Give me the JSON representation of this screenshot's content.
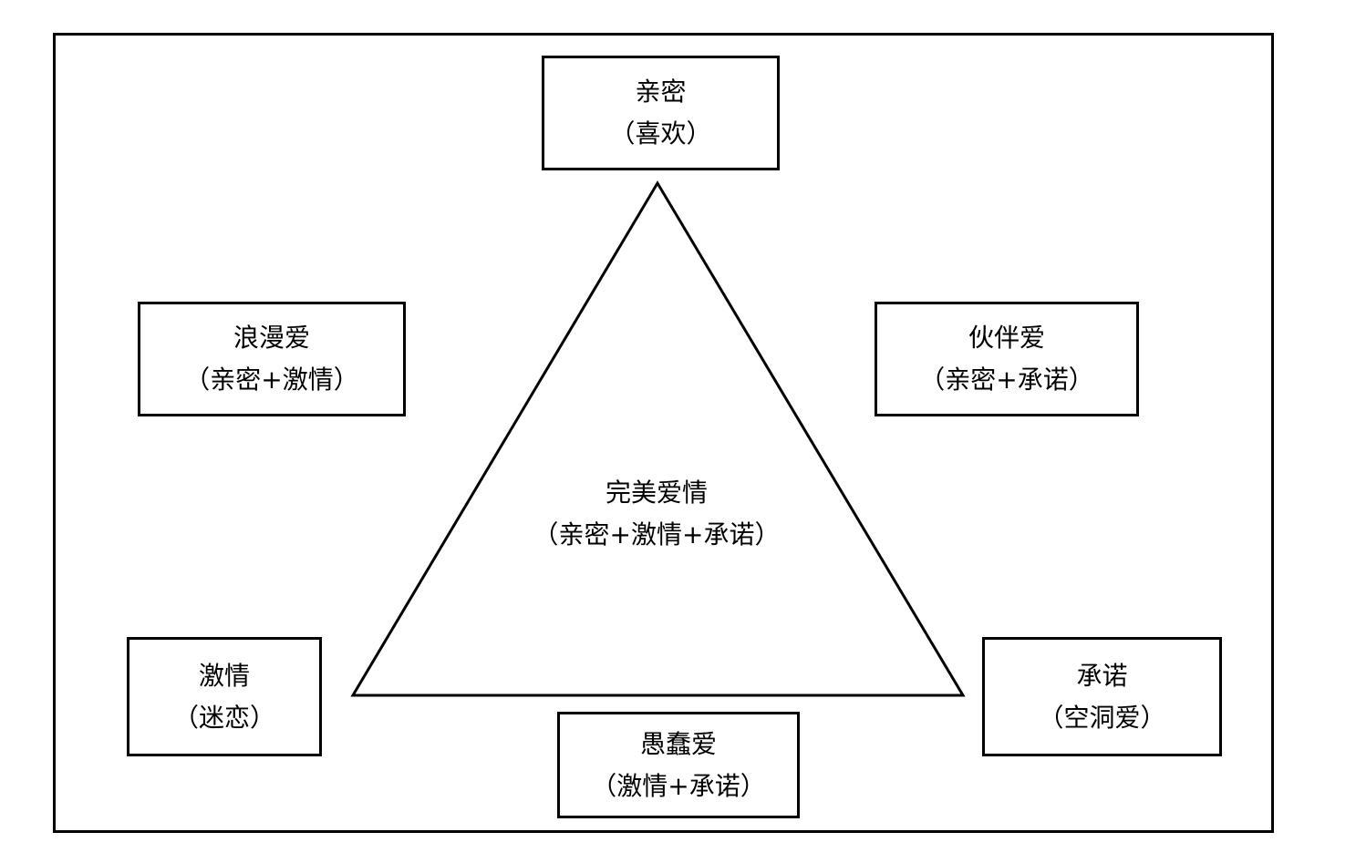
{
  "diagram": {
    "center": {
      "title": "完美爱情",
      "subtitle": "（亲密+激情+承诺）"
    },
    "nodes": {
      "intimacy": {
        "title": "亲密",
        "subtitle": "（喜欢）"
      },
      "romantic": {
        "title": "浪漫爱",
        "subtitle": "（亲密+激情）"
      },
      "companion": {
        "title": "伙伴爱",
        "subtitle": "（亲密+承诺）"
      },
      "passion": {
        "title": "激情",
        "subtitle": "（迷恋）"
      },
      "commitment": {
        "title": "承诺",
        "subtitle": "（空洞爱）"
      },
      "fatuous": {
        "title": "愚蠢爱",
        "subtitle": "（激情+承诺）"
      }
    },
    "colors": {
      "stroke": "#000000",
      "background": "#ffffff",
      "text": "#000000"
    }
  }
}
